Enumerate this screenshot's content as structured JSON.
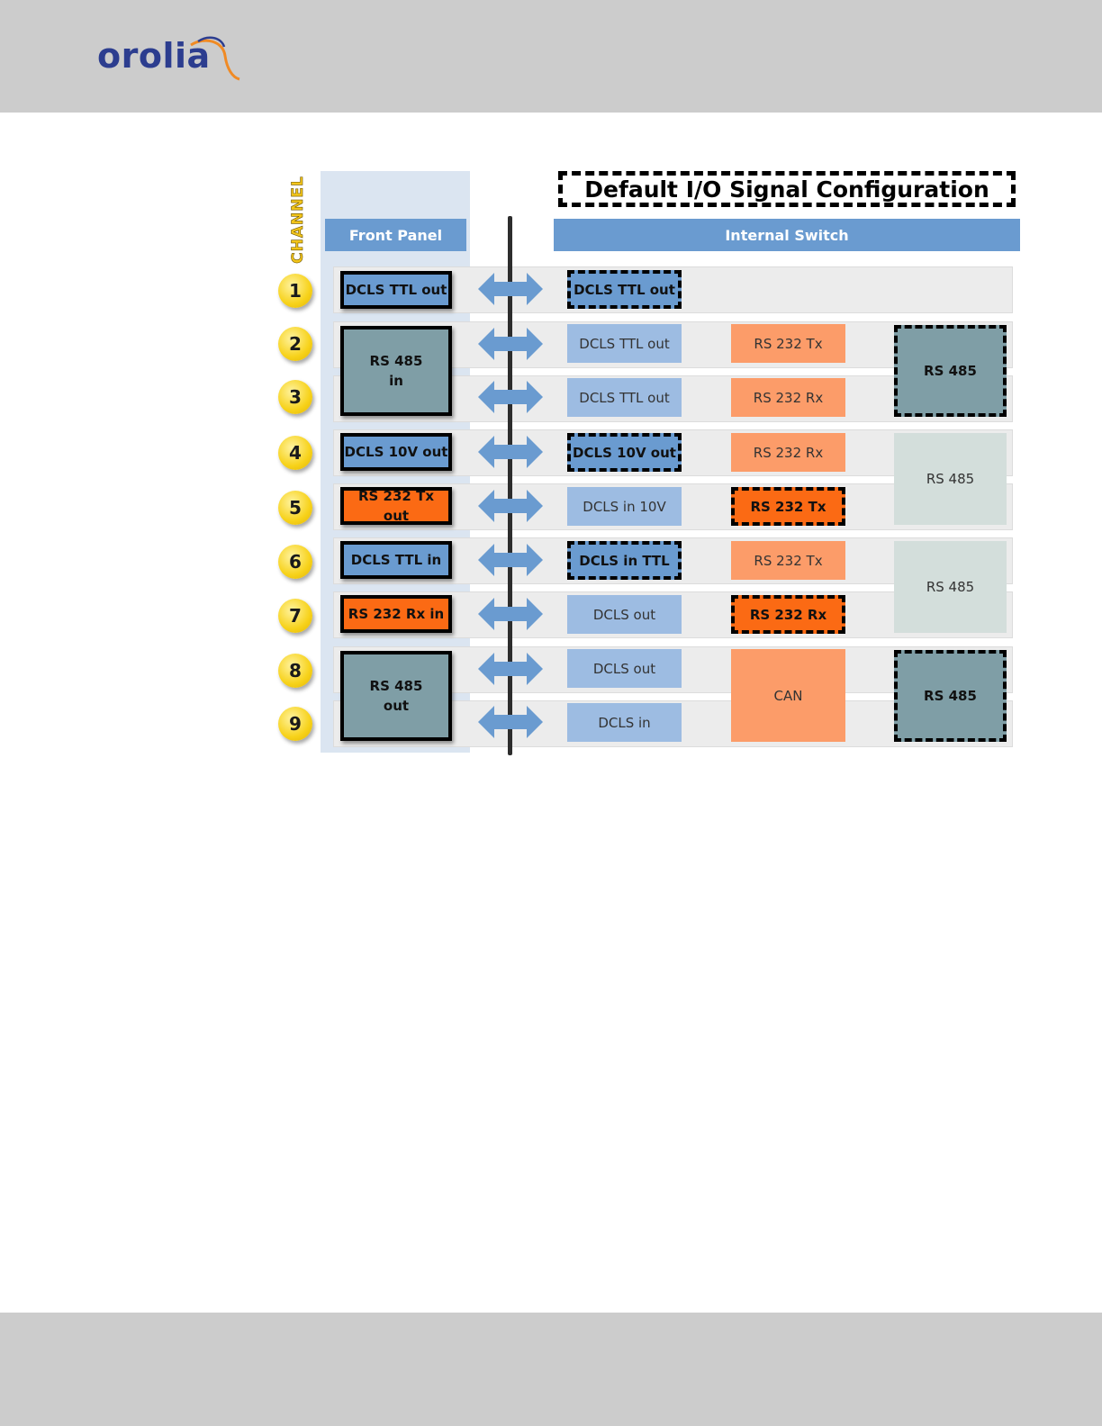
{
  "header": {
    "logo_text": "orolia",
    "logo_text_color": "#2c3d8f",
    "logo_accent_color": "#f08a24"
  },
  "diagram": {
    "title": "Default I/O Signal Configuration",
    "channel_label": "CHANNEL",
    "front_panel_header": "Front Panel",
    "internal_switch_header": "Internal Switch",
    "channels": [
      "1",
      "2",
      "3",
      "4",
      "5",
      "6",
      "7",
      "8",
      "9"
    ],
    "front_panel": [
      "DCLS TTL out",
      "RS 485 in",
      "DCLS 10V out",
      "RS 232 Tx out",
      "DCLS TTL in",
      "RS 232 Rx in",
      "RS 485 out"
    ],
    "switch_col1": [
      "DCLS TTL out",
      "DCLS TTL out",
      "DCLS TTL out",
      "DCLS 10V out",
      "DCLS in 10V",
      "DCLS in TTL",
      "DCLS out",
      "DCLS out",
      "DCLS in"
    ],
    "switch_col2": [
      "RS 232 Tx",
      "RS 232 Rx",
      "RS 232 Rx",
      "RS 232 Tx",
      "RS 232 Tx",
      "RS 232 Rx",
      "CAN"
    ],
    "switch_col3": [
      "RS 485",
      "RS 485",
      "RS 485",
      "RS 485"
    ],
    "colors": {
      "header_blue": "#6a9bd0",
      "signal_blue": "#6a9bd0",
      "signal_light_blue": "#9dbce2",
      "rs232_orange": "#fb6a14",
      "rs232_light_orange": "#fc9c69",
      "rs485_slate": "#7f9ea6",
      "rs485_pale": "#d3dedb",
      "channel_badge_yellow": "#f7d21a"
    },
    "legend": {
      "dashed_border": "default configuration"
    }
  }
}
